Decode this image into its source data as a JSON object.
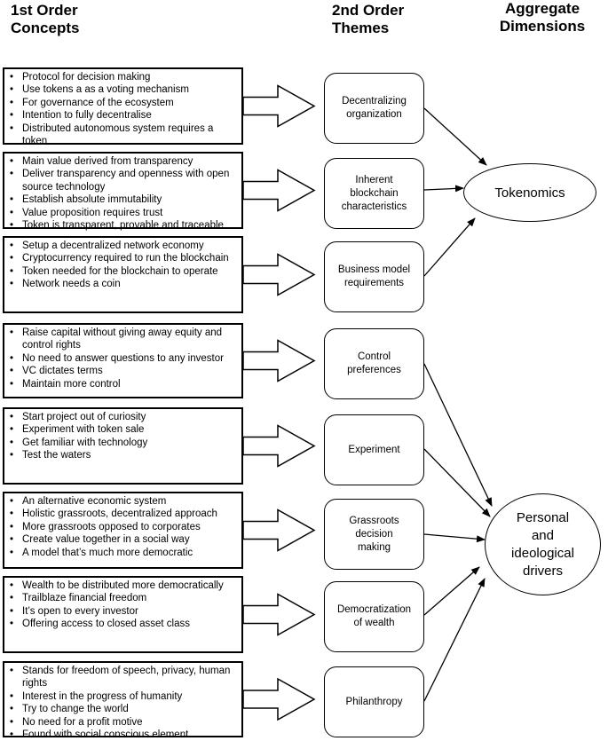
{
  "headers": {
    "first_order": [
      "1st Order",
      "Concepts"
    ],
    "second_order": [
      "2nd Order",
      "Themes"
    ],
    "aggregate": [
      "Aggregate",
      "Dimensions"
    ]
  },
  "rows": [
    {
      "concepts": [
        "Protocol for decision making",
        "Use tokens a as a voting mechanism",
        "For governance of the ecosystem",
        "Intention to fully decentralise",
        "Distributed autonomous system requires a token"
      ],
      "theme": [
        "Decentralizing",
        "organization"
      ]
    },
    {
      "concepts": [
        "Main value derived from transparency",
        "Deliver transparency and openness with open source technology",
        "Establish absolute immutability",
        "Value proposition requires trust",
        "Token is transparent, provable and traceable"
      ],
      "theme": [
        "Inherent",
        "blockchain",
        "characteristics"
      ]
    },
    {
      "concepts": [
        "Setup a decentralized network economy",
        "Cryptocurrency required to run the blockchain",
        "Token needed for the blockchain to operate",
        "Network needs a coin"
      ],
      "theme": [
        "Business model",
        "requirements"
      ]
    },
    {
      "concepts": [
        "Raise capital without giving away equity and control rights",
        "No need to answer questions to any investor",
        "VC dictates terms",
        "Maintain more control"
      ],
      "theme": [
        "Control",
        "preferences"
      ]
    },
    {
      "concepts": [
        "Start project out of curiosity",
        "Experiment with token sale",
        "Get familiar with technology",
        "Test the waters"
      ],
      "theme": [
        "Experiment"
      ]
    },
    {
      "concepts": [
        "An alternative economic system",
        "Holistic grassroots, decentralized approach",
        "More grassroots opposed to corporates",
        "Create value together in a social way",
        "A model that’s much more democratic"
      ],
      "theme": [
        "Grassroots",
        "decision",
        "making"
      ]
    },
    {
      "concepts": [
        "Wealth to be distributed more democratically",
        "Trailblaze financial freedom",
        "It’s open to every investor",
        "Offering access to closed asset class"
      ],
      "theme": [
        "Democratization",
        "of wealth"
      ]
    },
    {
      "concepts": [
        "Stands for freedom of speech, privacy, human rights",
        "Interest in the progress of humanity",
        "Try to change the world",
        "No need for a profit motive",
        "Found with social conscious element"
      ],
      "theme": [
        "Philanthropy"
      ]
    }
  ],
  "aggregates": {
    "tokenomics": [
      "Tokenomics"
    ],
    "personal": [
      "Personal",
      "and",
      "ideological",
      "drivers"
    ]
  }
}
